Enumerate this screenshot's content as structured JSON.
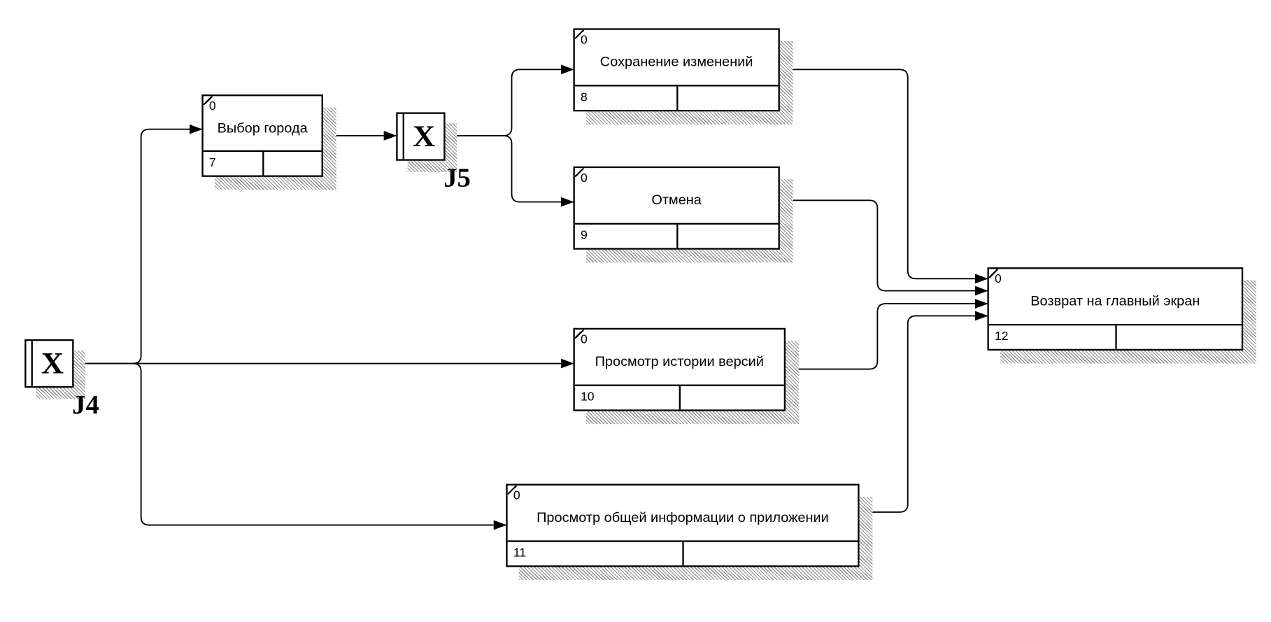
{
  "activities": [
    {
      "id": "a7",
      "cost": "0",
      "label": "Выбор города",
      "number": "7"
    },
    {
      "id": "a8",
      "cost": "0",
      "label": "Сохранение изменений",
      "number": "8"
    },
    {
      "id": "a9",
      "cost": "0",
      "label": "Отмена",
      "number": "9"
    },
    {
      "id": "a10",
      "cost": "0",
      "label": "Просмотр истории версий",
      "number": "10"
    },
    {
      "id": "a11",
      "cost": "0",
      "label": "Просмотр общей информации о приложении",
      "number": "11"
    },
    {
      "id": "a12",
      "cost": "0",
      "label": "Возврат на главный экран",
      "number": "12"
    }
  ],
  "junctions": [
    {
      "id": "j4",
      "symbol": "X",
      "label": "J4"
    },
    {
      "id": "j5",
      "symbol": "X",
      "label": "J5"
    }
  ]
}
